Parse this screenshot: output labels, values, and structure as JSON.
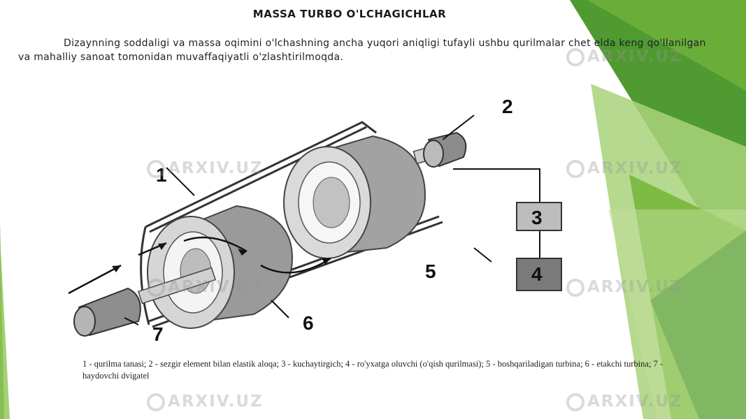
{
  "title": "MASSA TURBO O'LCHAGICHLAR",
  "intro": "Dizaynning soddaligi va massa oqimini o'lchashning ancha yuqori aniqligi tufayli ushbu qurilmalar chet elda keng qo'llanilgan va mahalliy sanoat tomonidan muvaffaqiyatli o'zlashtirilmoqda.",
  "diagram": {
    "labels": [
      "1",
      "2",
      "3",
      "4",
      "5",
      "6",
      "7"
    ]
  },
  "caption": "1 - qurilma tanasi; 2 - sezgir element bilan elastik aloqa; 3 - kuchaytirgich; 4 - ro'yxatga oluvchi (o'qish qurilmasi); 5 - boshqariladigan turbina; 6 - etakchi turbina; 7 - haydovchi dvigatel",
  "watermark": "ARXIV.UZ",
  "colors": {
    "green_dark": "#3f8f2a",
    "green_mid": "#6aae3a",
    "green_light": "#a8d27a"
  }
}
